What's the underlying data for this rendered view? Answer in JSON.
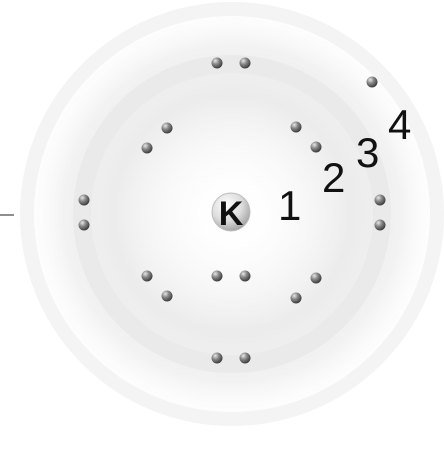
{
  "diagram": {
    "nucleus": {
      "symbol": "K"
    },
    "shell_labels": [
      "1",
      "2",
      "3",
      "4"
    ],
    "electron_counts": [
      2,
      8,
      8,
      1
    ],
    "colors": {
      "background": "#ffffff",
      "halo": "#d9d9d9",
      "electron": "#6e6e6e",
      "electron_highlight": "#e6e6e6",
      "text": "#111111",
      "leader_line": "#444444"
    }
  }
}
